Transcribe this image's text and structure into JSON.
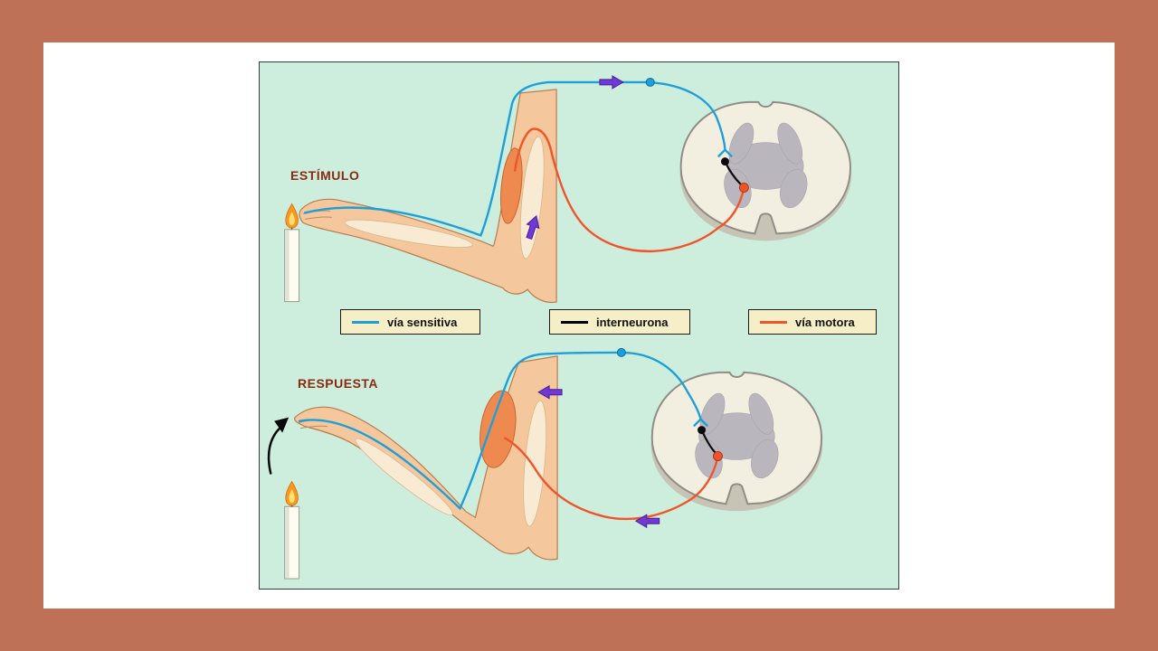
{
  "scenes": {
    "stimulus": {
      "label": "ESTÍMULO"
    },
    "response": {
      "label": "RESPUESTA"
    }
  },
  "legend": {
    "items": [
      {
        "id": "sensory",
        "label": "vía sensitiva",
        "color": "#1f9fd8"
      },
      {
        "id": "interneuron",
        "label": "interneurona",
        "color": "#000000"
      },
      {
        "id": "motor",
        "label": "vía motora",
        "color": "#f0542a"
      }
    ]
  },
  "colors": {
    "frame": "#bf7157",
    "card": "#ffffff",
    "panel_background": "#cdeedd",
    "legend_background": "#f6eec6",
    "direction_arrow": "#7139d4",
    "skin": "#f4c79c",
    "muscle": "#ee8a50",
    "gray_matter": "#bab6be",
    "white_matter": "#f2efe1",
    "label_text": "#8a2a10"
  }
}
